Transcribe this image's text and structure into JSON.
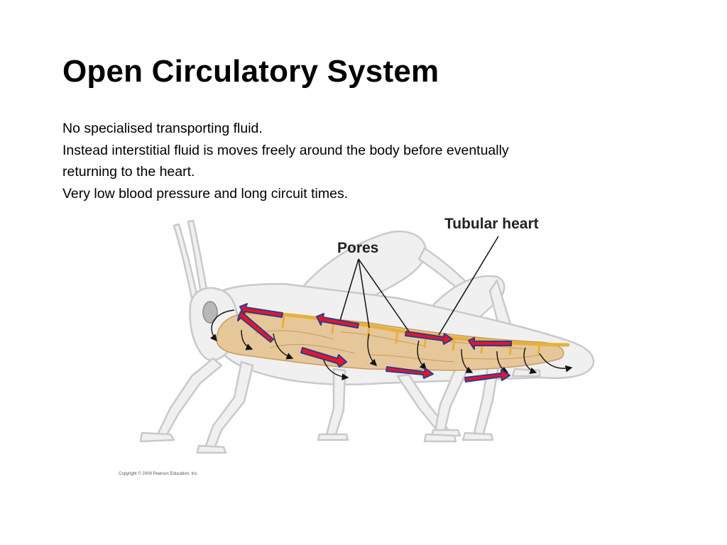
{
  "slide": {
    "title": "Open Circulatory System",
    "lines": [
      "No specialised transporting fluid.",
      "Instead interstitial fluid is moves freely around the body before eventually",
      "returning to the heart.",
      "Very low blood pressure and long circuit times."
    ]
  },
  "diagram": {
    "labels": {
      "tubular_heart": "Tubular heart",
      "pores": "Pores"
    },
    "copyright": "Copyright © 2009 Pearson Education, Inc.",
    "colors": {
      "arrow_fill": "#e8142a",
      "arrow_outline": "#2c3c8c",
      "heart_vessel": "#e8b03a",
      "body_tissue": "#e6c79a",
      "insect_outline": "#c9c9c9"
    },
    "icons": {
      "insect": "grasshopper-illustration",
      "flow_arrows": "red-flow-arrow",
      "circulation_arrows": "curved-black-arrow"
    }
  }
}
